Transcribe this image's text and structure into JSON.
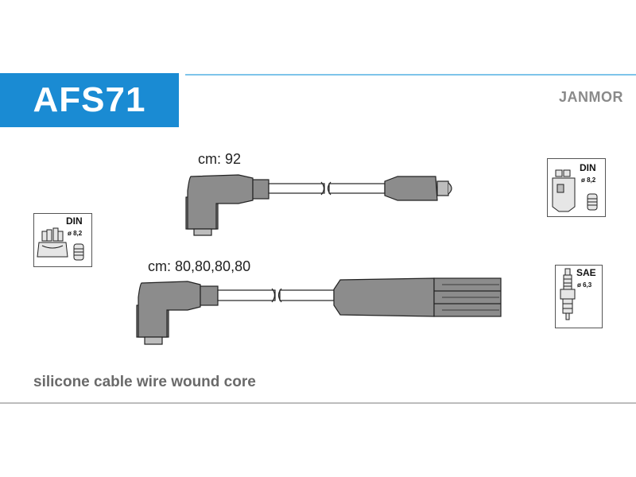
{
  "header": {
    "part_code": "AFS71",
    "brand": "JANMOR"
  },
  "cables": {
    "top": {
      "label": "cm: 92"
    },
    "bottom": {
      "label": "cm: 80,80,80,80"
    }
  },
  "connectors": {
    "distributor": {
      "standard": "DIN",
      "diameter": "ø 8,2"
    },
    "coil": {
      "standard": "DIN",
      "diameter": "ø 8,2"
    },
    "spark_plug": {
      "standard": "SAE",
      "diameter": "ø 6,3"
    }
  },
  "footer": {
    "description": "silicone cable wire wound core"
  },
  "colors": {
    "brand_blue": "#1a8bd3",
    "accent_line": "#7ec4ea",
    "boot_gray": "#8c8c8c",
    "text_gray": "#6a6a6a"
  }
}
